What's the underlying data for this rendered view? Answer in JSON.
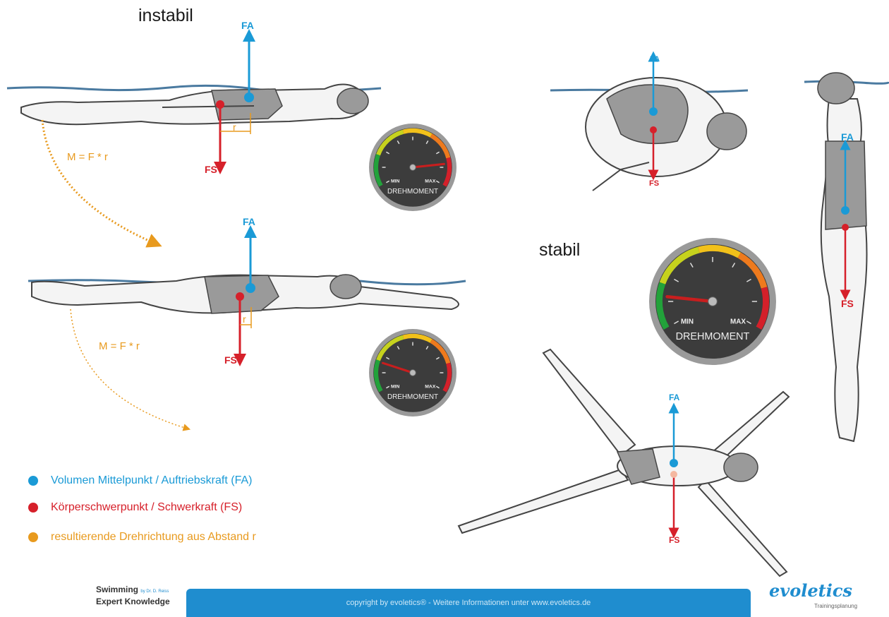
{
  "labels": {
    "instabil": "instabil",
    "stabil": "stabil",
    "fa": "FA",
    "fs": "FS",
    "r": "r",
    "formula": "M = F * r",
    "gauge_min": "MIN",
    "gauge_max": "MAX",
    "gauge_caption": "DREHMOMENT"
  },
  "gauges": [
    {
      "id": "gauge-1",
      "level": 0.85
    },
    {
      "id": "gauge-2",
      "level": 0.2
    },
    {
      "id": "gauge-3",
      "level": 0.15
    }
  ],
  "legend": [
    {
      "text": "Volumen Mittelpunkt / Auftriebskraft (FA)",
      "color": "#1a9ad6"
    },
    {
      "text": "Körperschwerpunkt / Schwerkraft (FS)",
      "color": "#d6202a"
    },
    {
      "text": "resultierende Drehrichtung aus Abstand r",
      "color": "#e89a1e"
    }
  ],
  "footer": {
    "copyright": "copyright by evoletics® - Weitere Informationen unter www.evoletics.de",
    "brand_left_line1": "Swimming",
    "brand_left_small": "by Dr. D. Reiss",
    "brand_left_line2": "Expert Knowledge",
    "brand_right": "evoletics",
    "brand_right_sub": "Trainingsplanung"
  },
  "colors": {
    "fa": "#1a9ad6",
    "fs": "#d6202a",
    "moment": "#e89a1e",
    "bar": "#1f8dcf"
  }
}
